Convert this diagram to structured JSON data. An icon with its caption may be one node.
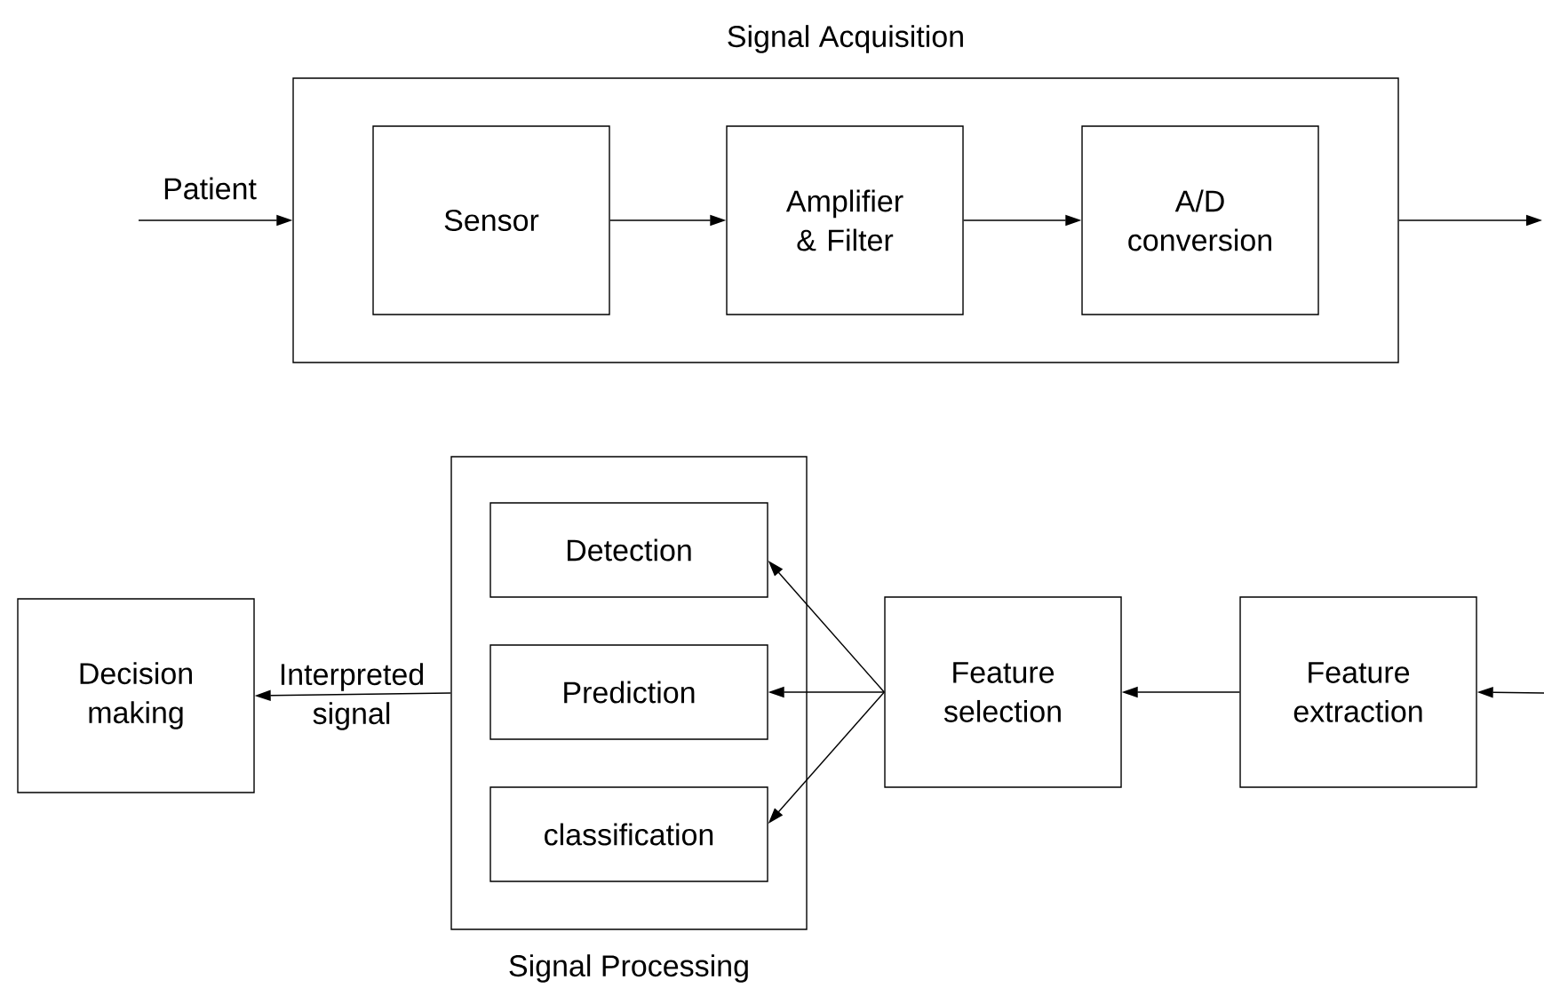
{
  "diagram": {
    "nodes": [
      {
        "text": [
          "Signal Acquisition"
        ]
      },
      {
        "text": [
          "Sensor"
        ],
        "in": 0
      },
      {
        "text": [
          "Amplifier & Filter"
        ],
        "in": 0
      },
      {
        "text": [
          "A/D conversion"
        ],
        "in": 0
      },
      {
        "text": [
          "Signal Processing"
        ]
      },
      {
        "text": [
          "Detection"
        ],
        "in": 4
      },
      {
        "text": [
          "Prediction"
        ],
        "in": 4
      },
      {
        "text": [
          "classification"
        ],
        "in": 4
      },
      {
        "text": [
          "Decision making"
        ]
      },
      {
        "text": [
          "Feature selection"
        ]
      },
      {
        "text": [
          "Feature extraction"
        ]
      }
    ],
    "edges": [
      {
        "from": null,
        "to": 0,
        "arrow": "to",
        "label": "Patient"
      },
      {
        "from": 1,
        "to": 2,
        "arrow": "to"
      },
      {
        "from": 2,
        "to": 3,
        "arrow": "to"
      },
      {
        "from": 0,
        "to": null,
        "arrow": "to"
      },
      {
        "from": null,
        "to": 10,
        "arrow": "to"
      },
      {
        "from": 10,
        "to": 9,
        "arrow": "to"
      },
      {
        "from": 9,
        "to": 5,
        "arrow": "to"
      },
      {
        "from": 9,
        "to": 6,
        "arrow": "to"
      },
      {
        "from": 9,
        "to": 7,
        "arrow": "to"
      },
      {
        "from": 4,
        "to": 8,
        "arrow": "to",
        "label": "Interpreted signal"
      }
    ]
  }
}
